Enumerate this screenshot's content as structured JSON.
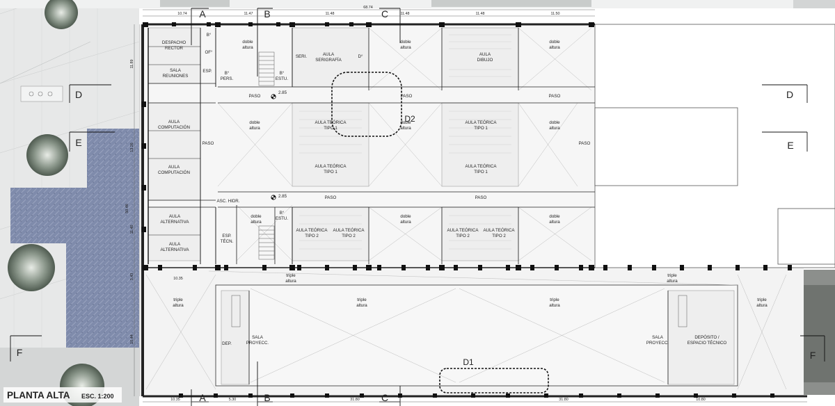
{
  "title": {
    "main": "PLANTA ALTA",
    "scale": "ESC. 1:200"
  },
  "rooms": {
    "despacho": [
      "DESPACHO",
      "RECTOR"
    ],
    "bano1": "B°",
    "of": "OF°",
    "sala_reuniones": [
      "SALA",
      "REUNIONES"
    ],
    "esp": "ESP.",
    "bano_pers": [
      "B°",
      "PERS."
    ],
    "bano_estu_top": [
      "B°",
      "ESTU."
    ],
    "seri": "SERI.",
    "aula_serigrafia": [
      "AULA",
      "SERIGRAFÍA"
    ],
    "d_small": "D°",
    "aula_dibujo": [
      "AULA",
      "DIBUJO"
    ],
    "aula_comp": [
      "AULA",
      "COMPUTACIÓN"
    ],
    "aula_teo1": [
      "AULA TEÓRICA",
      "TIPO 1"
    ],
    "aula_teo2": [
      "AULA TEÓRICA",
      "TIPO 2"
    ],
    "asc": "ASC. HIDR.",
    "bano_estu_bot": [
      "B°",
      "ESTU."
    ],
    "aula_alt": [
      "AULA",
      "ALTERNATIVA"
    ],
    "esp_tecn": [
      "ESP.",
      "TÉCN."
    ],
    "dep": "DEP.",
    "sala_proyecc": [
      "SALA",
      "PROYECC."
    ],
    "deposito": [
      "DEPÓSITO /",
      "ESPACIO TÉCNICO"
    ],
    "doble_altura": [
      "doble",
      "altura"
    ],
    "triple_altura": [
      "triple",
      "altura"
    ],
    "paso": "PASO"
  },
  "levels": {
    "top": "2.85",
    "bottom": "2.85"
  },
  "sections": {
    "a": "A",
    "b": "B",
    "c": "C",
    "d": "D",
    "e": "E",
    "f": "F"
  },
  "details": {
    "d1": "D1",
    "d2": "D2"
  },
  "dimensions": {
    "total": "68.74",
    "top": [
      "10.74",
      "11.47",
      "11.48",
      "11.48",
      "11.48",
      "11.50"
    ],
    "bottom": [
      "10.35",
      "5.30",
      "31.80",
      "31.80",
      "10.80"
    ],
    "left": [
      "11.89",
      "13.26",
      "50.46",
      "11.40",
      "3.43",
      "10.44"
    ],
    "inner_left": "10.35"
  }
}
